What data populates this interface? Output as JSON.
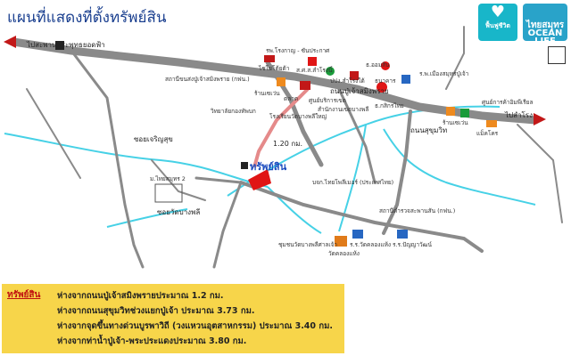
{
  "title": "แผนที่แสดงที่ตั้งทรัพย์สิน",
  "logos": {
    "left": {
      "text": "ฟื้นฟูชีวิต"
    },
    "right": {
      "text": "ไทยสมุทร OCEAN LIFE"
    }
  },
  "roads": {
    "main_road_west": "ไปสะพานพระพุทธยอดฟ้า",
    "main_road_east": "ไปสำโรง",
    "center_road": "ถนนปู่เจ้าสมิงพราย",
    "distance_marker": "1.20 กม.",
    "sukhumvit": "ถนนสุขุมวิท",
    "side_road_1": "ซอยเจริญสุข",
    "side_road_2": "ซอยวัดบางพลี"
  },
  "landmarks": [
    {
      "label": "รพ.โรงกาญ - ซันประกาศ"
    },
    {
      "label": "ไชโยโต้ยต้า"
    },
    {
      "label": "ส.ศ.ส.สำโรงนิ์"
    },
    {
      "label": "สถานีขนส่งปู่เจ้าสมิงพราย (กฟน.)"
    },
    {
      "label": "ปปง.สำโรงใต้"
    },
    {
      "label": "ธ.ออมสิน"
    },
    {
      "label": "ธนาคาร"
    },
    {
      "label": "ร.พ.เมืองสมุทรปู่เจ้า"
    },
    {
      "label": "ร้านเซเว่น"
    },
    {
      "label": "ตลาด"
    },
    {
      "label": "วิทยาลัยกองทัพบก"
    },
    {
      "label": "ศูนย์บริการเขต"
    },
    {
      "label": "สำนักงานเขตบางพลี"
    },
    {
      "label": "โรงเรียนวัดบางพลีใหญ่"
    },
    {
      "label": "แม็คโคร"
    },
    {
      "label": "ธ.กสิกรไทย"
    },
    {
      "label": "ม.ไทยสมุทร 2"
    },
    {
      "label": "บจก.ไทยโพลีเมอร์ (ประเทศไทย)"
    },
    {
      "label": "สถานีตำรวจสะพานสัน (กฟน.)"
    },
    {
      "label": "ชุมชนวัดบางพลีศาลเจ้า"
    },
    {
      "label": "วัดคลองแห้ง"
    },
    {
      "label": "ร.ร.วัดคลองแห้ง"
    },
    {
      "label": "ร.ร.ปัญญาวัฒน์"
    },
    {
      "label": "ร้านเซเว่น"
    },
    {
      "label": "ศูนย์การค้าอิมพีเรียล"
    }
  ],
  "property_label": "ทรัพย์สิน",
  "info": {
    "lead": "ทรัพย์สิน",
    "lines": [
      "ห่างจากถนนปู่เจ้าสมิงพรายประมาณ 1.2 กม.",
      "ห่างจากถนนสุขุมวิทช่วงแยกปู่เจ้า ประมาณ 3.73 กม.",
      "ห่างจากจุดขึ้นทางด่วนบูรพาวิถี (วงแหวนอุตสาหกรรม) ประมาณ 3.40 กม.",
      "ห่างจากท่าน้ำปู่เจ้า-พระประแดงประมาณ 3.80 กม."
    ]
  },
  "colors": {
    "road": "#8a8a8a",
    "river": "#46d1e6",
    "route": "#e58a8a",
    "arrow": "#c21818",
    "property": "#e01515",
    "info_bg": "#f7d54a",
    "title": "#1a3f8f"
  }
}
